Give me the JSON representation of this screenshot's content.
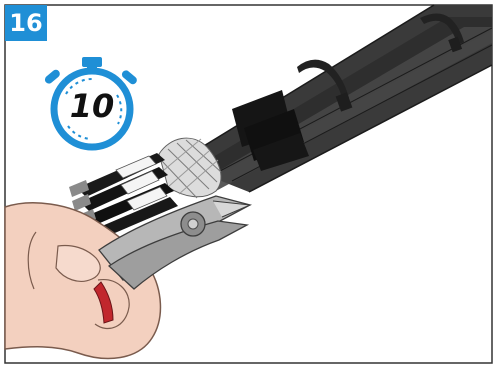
{
  "step": {
    "number": "16"
  },
  "timer": {
    "minutes": "10",
    "icon": "stopwatch-icon"
  },
  "illustration": {
    "elements": [
      "cable-bundle",
      "cable-ties",
      "conductor-insulation",
      "braided-shield",
      "diagonal-cutters",
      "hand"
    ]
  },
  "colors": {
    "accent": "#1f8fd6",
    "frame": "#333333",
    "cable": "#3b3b3b",
    "skin": "#f3d0bf",
    "tool": "#b7b7b7",
    "red": "#c1272d"
  }
}
